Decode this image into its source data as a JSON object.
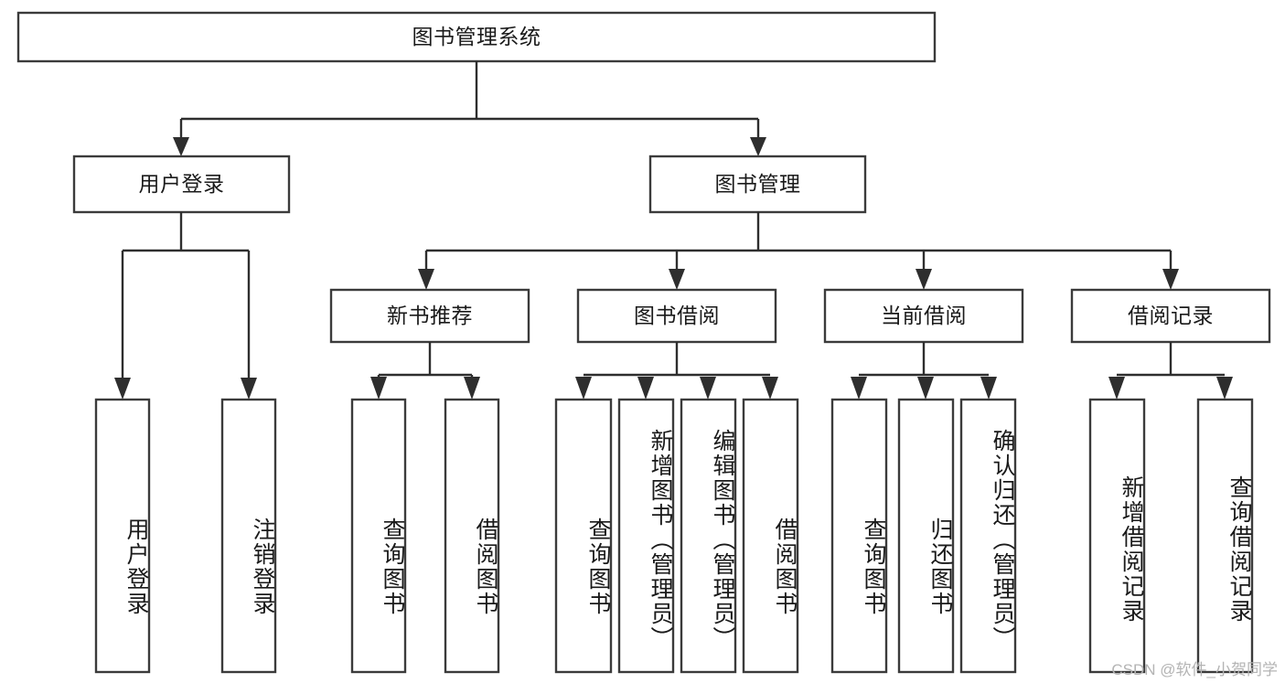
{
  "diagram": {
    "title": "图书管理系统",
    "type": "tree",
    "watermark": "CSDN @软件_小贺同学",
    "colors": {
      "box_stroke": "#3b3b3b",
      "connector": "#2e2e2e",
      "background": "#ffffff",
      "text": "#1a1a1a",
      "watermark": "#b4b4b4"
    },
    "nodes": {
      "root": {
        "label": "图书管理系统",
        "level": 1,
        "orientation": "horizontal"
      },
      "level2": [
        {
          "label": "用户登录",
          "orientation": "horizontal"
        },
        {
          "label": "图书管理",
          "orientation": "horizontal"
        }
      ],
      "level3": [
        {
          "label": "新书推荐",
          "orientation": "horizontal"
        },
        {
          "label": "图书借阅",
          "orientation": "horizontal"
        },
        {
          "label": "当前借阅",
          "orientation": "horizontal"
        },
        {
          "label": "借阅记录",
          "orientation": "horizontal"
        }
      ],
      "leaves": [
        {
          "label": "用户登录",
          "orientation": "vertical",
          "parent": "用户登录"
        },
        {
          "label": "注销登录",
          "orientation": "vertical",
          "parent": "用户登录"
        },
        {
          "label": "查询图书",
          "orientation": "vertical",
          "parent": "新书推荐"
        },
        {
          "label": "借阅图书",
          "orientation": "vertical",
          "parent": "新书推荐"
        },
        {
          "label": "查询图书",
          "orientation": "vertical",
          "parent": "图书借阅"
        },
        {
          "label": "新增图书（管理员）",
          "orientation": "vertical",
          "parent": "图书借阅"
        },
        {
          "label": "编辑图书（管理员）",
          "orientation": "vertical",
          "parent": "图书借阅"
        },
        {
          "label": "借阅图书",
          "orientation": "vertical",
          "parent": "图书借阅"
        },
        {
          "label": "查询图书",
          "orientation": "vertical",
          "parent": "当前借阅"
        },
        {
          "label": "归还图书",
          "orientation": "vertical",
          "parent": "当前借阅"
        },
        {
          "label": "确认归还（管理员）",
          "orientation": "vertical",
          "parent": "当前借阅"
        },
        {
          "label": "新增借阅记录",
          "orientation": "vertical",
          "parent": "借阅记录"
        },
        {
          "label": "查询借阅记录",
          "orientation": "vertical",
          "parent": "借阅记录"
        }
      ]
    }
  }
}
